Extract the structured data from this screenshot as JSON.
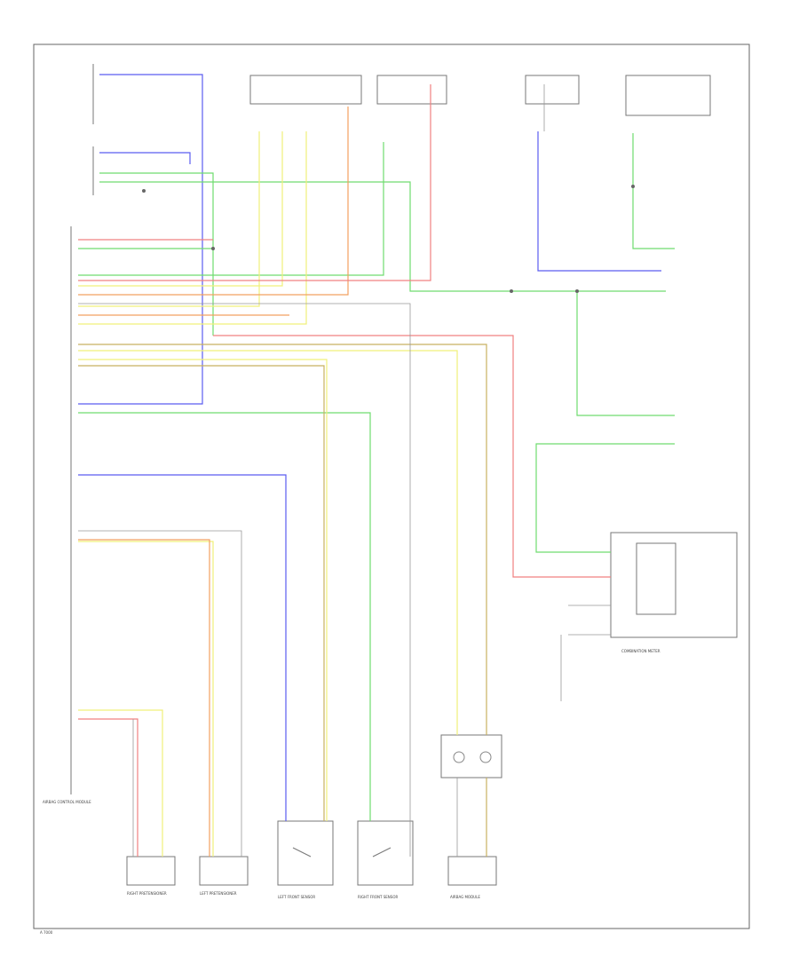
{
  "diagram": {
    "colors": {
      "blue": "#5a5cf0",
      "green": "#6fdc6f",
      "yellow": "#f0f07a",
      "orange": "#f2a060",
      "red": "#f08080",
      "olive": "#c8b060",
      "purple": "#b070d0",
      "gray": "#999999",
      "frame": "#666666"
    },
    "labels": {
      "airbag_module": "AIRBAG CONTROL MODULE",
      "combination_meter": "COMBINATION METER",
      "right_pretensioner": "RIGHT PRETENSIONER",
      "left_pretensioner": "LEFT PRETENSIONER",
      "left_front_sensor": "LEFT FRONT SENSOR",
      "right_front_sensor": "RIGHT FRONT SENSOR",
      "airbag_module_bottom": "AIRBAG MODULE",
      "footer_code": "A 7000"
    }
  }
}
